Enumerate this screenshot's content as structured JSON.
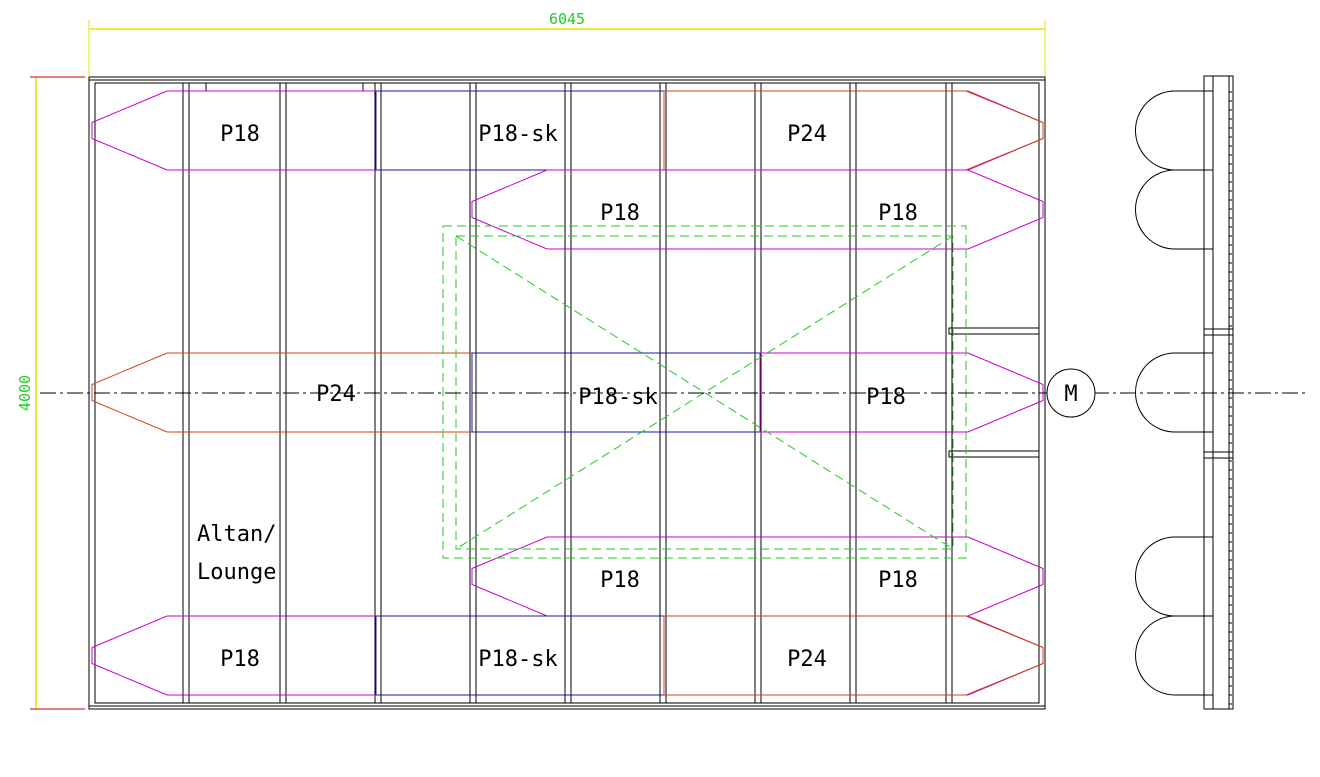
{
  "dimensions": {
    "width_label": "6045",
    "height_label": "4000"
  },
  "pontoons": [
    {
      "name": "P18",
      "kind": "P18"
    },
    {
      "name": "P18-sk",
      "kind": "P18-sk"
    },
    {
      "name": "P24",
      "kind": "P24"
    },
    {
      "name": "P18",
      "kind": "P18"
    },
    {
      "name": "P18",
      "kind": "P18"
    },
    {
      "name": "P24",
      "kind": "P24"
    },
    {
      "name": "P18-sk",
      "kind": "P18-sk"
    },
    {
      "name": "P18",
      "kind": "P18"
    },
    {
      "name": "P18",
      "kind": "P18"
    },
    {
      "name": "P18",
      "kind": "P18"
    },
    {
      "name": "P18",
      "kind": "P18"
    },
    {
      "name": "P18-sk",
      "kind": "P18-sk"
    },
    {
      "name": "P24",
      "kind": "P24"
    }
  ],
  "area_label_line1": "Altan/",
  "area_label_line2": "Lounge",
  "motor_label": "M",
  "colors": {
    "P18": "#cc00cc",
    "P18-sk": "#1a1aa6",
    "P24": "#c84a14",
    "opening": "#22cc22",
    "dimension_line": "#e6e600",
    "dimension_text": "#22cc22",
    "leader": "#cc0000",
    "frame": "#000000"
  }
}
